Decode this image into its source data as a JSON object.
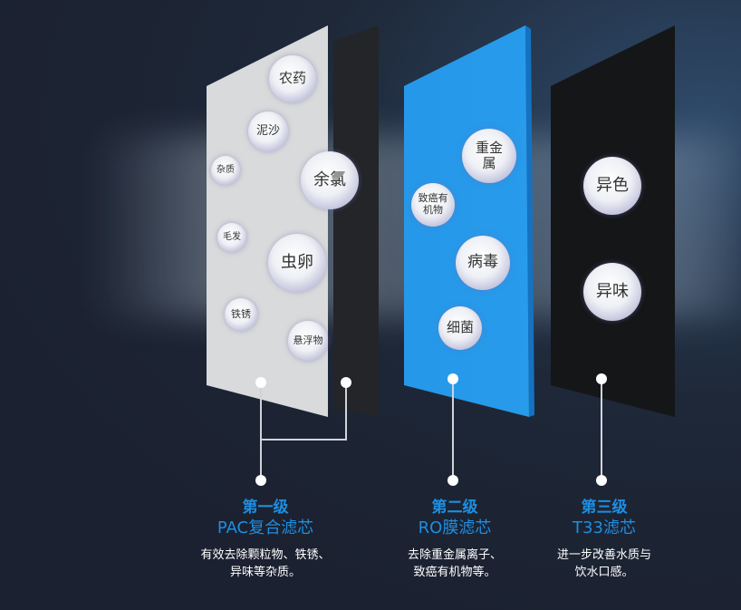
{
  "layers": [
    {
      "level": "第一级",
      "name": "PAC复合滤芯",
      "desc": [
        "有效去除颗粒物、铁锈、",
        "异味等杂质。"
      ],
      "contaminants": [
        "农药",
        "泥沙",
        "杂质",
        "余氯",
        "毛发",
        "虫卵",
        "铁锈",
        "悬浮物"
      ]
    },
    {
      "level": "第二级",
      "name": "RO膜滤芯",
      "desc": [
        "去除重金属离子、",
        "致癌有机物等。"
      ],
      "contaminants": [
        "重金属",
        "致癌有机物",
        "病毒",
        "细菌"
      ]
    },
    {
      "level": "第三级",
      "name": "T33滤芯",
      "desc": [
        "进一步改善水质与",
        "饮水口感。"
      ],
      "contaminants": [
        "异色",
        "异味"
      ]
    }
  ],
  "colors": {
    "accent": "#1e8ee0",
    "background": "#1c2230"
  }
}
